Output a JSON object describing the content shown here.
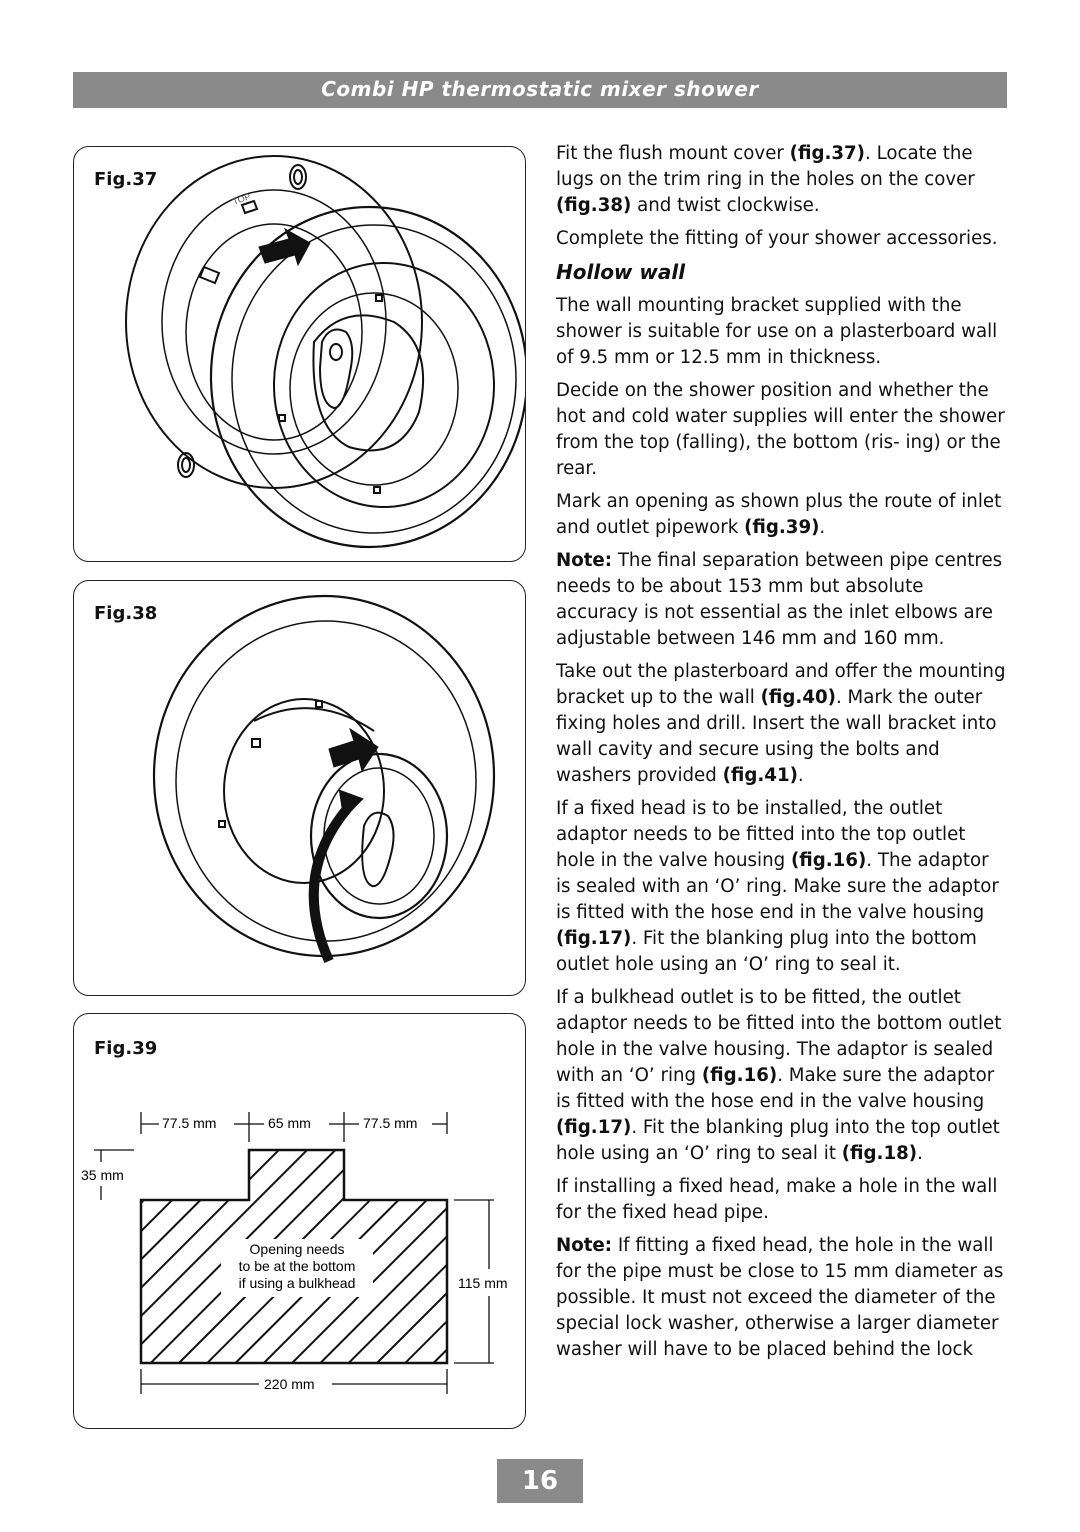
{
  "header": {
    "title": "Combi HP thermostatic mixer shower"
  },
  "figures": {
    "fig37": {
      "label": "Fig.37",
      "top_text": "TOP"
    },
    "fig38": {
      "label": "Fig.38"
    },
    "fig39": {
      "label": "Fig.39",
      "dim_left": "77.5 mm",
      "dim_mid": "65 mm",
      "dim_right": "77.5 mm",
      "dim_step": "35 mm",
      "dim_height": "115 mm",
      "dim_width": "220 mm",
      "note_line1": "Opening needs",
      "note_line2": "to be at the bottom",
      "note_line3": "if using a bulkhead"
    }
  },
  "body": {
    "p1a": "Fit the flush mount cover ",
    "p1_ref1": "(fig.37)",
    "p1b": ". Locate the lugs on the trim ring in the holes on the cover ",
    "p1_ref2": "(fig.38)",
    "p1c": " and twist clockwise.",
    "p2": "Complete the fitting of your shower accessories.",
    "h_hollow": "Hollow wall",
    "p3": "The wall mounting bracket supplied with the shower is suitable for use on a plasterboard wall of 9.5 mm or 12.5 mm in thickness.",
    "p4": "Decide on the shower position and whether the hot and cold water supplies will enter the shower from the top (falling), the bottom (ris- ing) or the rear.",
    "p5a": "Mark an opening as shown plus the route of inlet and outlet pipework ",
    "p5_ref": "(fig.39)",
    "p5b": ".",
    "note_label": "Note:",
    "p6": " The final separation between pipe centres needs to be about 153 mm but absolute accuracy is not essential as the inlet elbows are adjustable between 146 mm and 160 mm.",
    "p7a": "Take out the plasterboard and offer the mounting bracket up to the wall ",
    "p7_ref1": "(fig.40)",
    "p7b": ". Mark the outer fixing holes and drill. Insert the wall bracket into wall cavity and secure using the bolts and washers provided ",
    "p7_ref2": "(fig.41)",
    "p7c": ".",
    "p8a": "If a fixed head is to be installed, the outlet adaptor needs to be fitted into the top outlet hole in the valve housing ",
    "p8_ref1": "(fig.16)",
    "p8b": ". The adaptor is sealed with an ‘O’ ring. Make sure the adaptor is fitted with the hose end in the valve housing ",
    "p8_ref2": "(fig.17)",
    "p8c": ". Fit the blanking plug into the bottom outlet hole using an ‘O’ ring to seal it.",
    "p9a": "If a bulkhead outlet is to be fitted, the outlet adaptor needs to be fitted into the bottom outlet hole in the valve housing. The adaptor is sealed with an ‘O’ ring ",
    "p9_ref1": "(fig.16)",
    "p9b": ". Make sure the adaptor is fitted with the hose end in the valve housing ",
    "p9_ref2": "(fig.17)",
    "p9c": ". Fit the blanking plug into the top outlet hole using an ‘O’ ring to seal it ",
    "p9_ref3": "(fig.18)",
    "p9d": ".",
    "p10": "If installing a fixed head, make a hole in the wall for the fixed head pipe.",
    "note2_label": "Note:",
    "p11": " If fitting a fixed head, the hole in the wall for the pipe must be close to 15 mm diameter as possible. It must not exceed the diameter of the special lock washer, otherwise a larger diameter washer will have to be placed behind the lock"
  },
  "page": {
    "number": "16"
  }
}
